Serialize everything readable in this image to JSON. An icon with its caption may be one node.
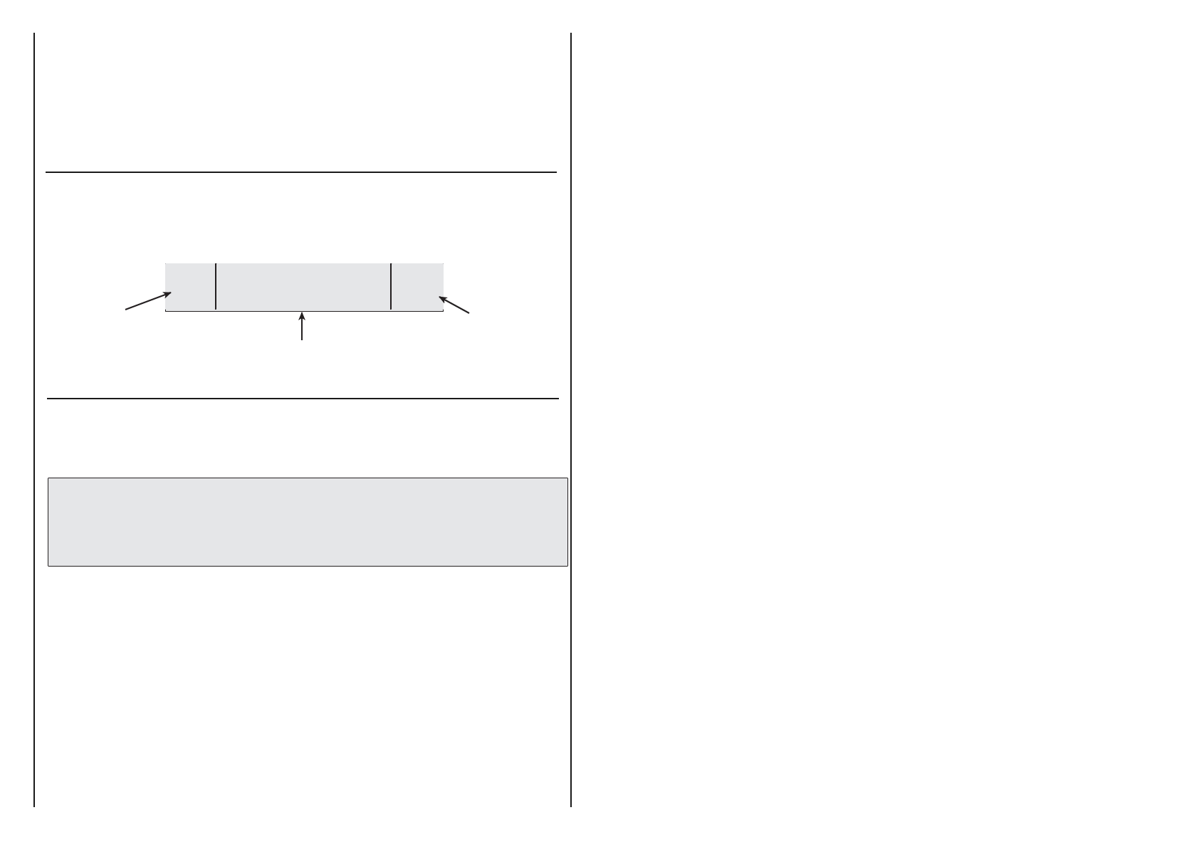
{
  "diagram": {
    "nodes": [
      {
        "text": [],
        "shape": "bar"
      },
      {
        "text": [],
        "shape": "box",
        "in": 0
      },
      {
        "text": [],
        "shape": "box",
        "in": 0
      },
      {
        "text": [],
        "shape": "box",
        "in": 0
      },
      {
        "text": [],
        "shape": "box"
      }
    ],
    "edges": [
      {
        "from": null,
        "to": 1,
        "arrow": "to"
      },
      {
        "from": null,
        "to": 2,
        "arrow": "to"
      },
      {
        "from": null,
        "to": 3,
        "arrow": "to"
      }
    ]
  }
}
